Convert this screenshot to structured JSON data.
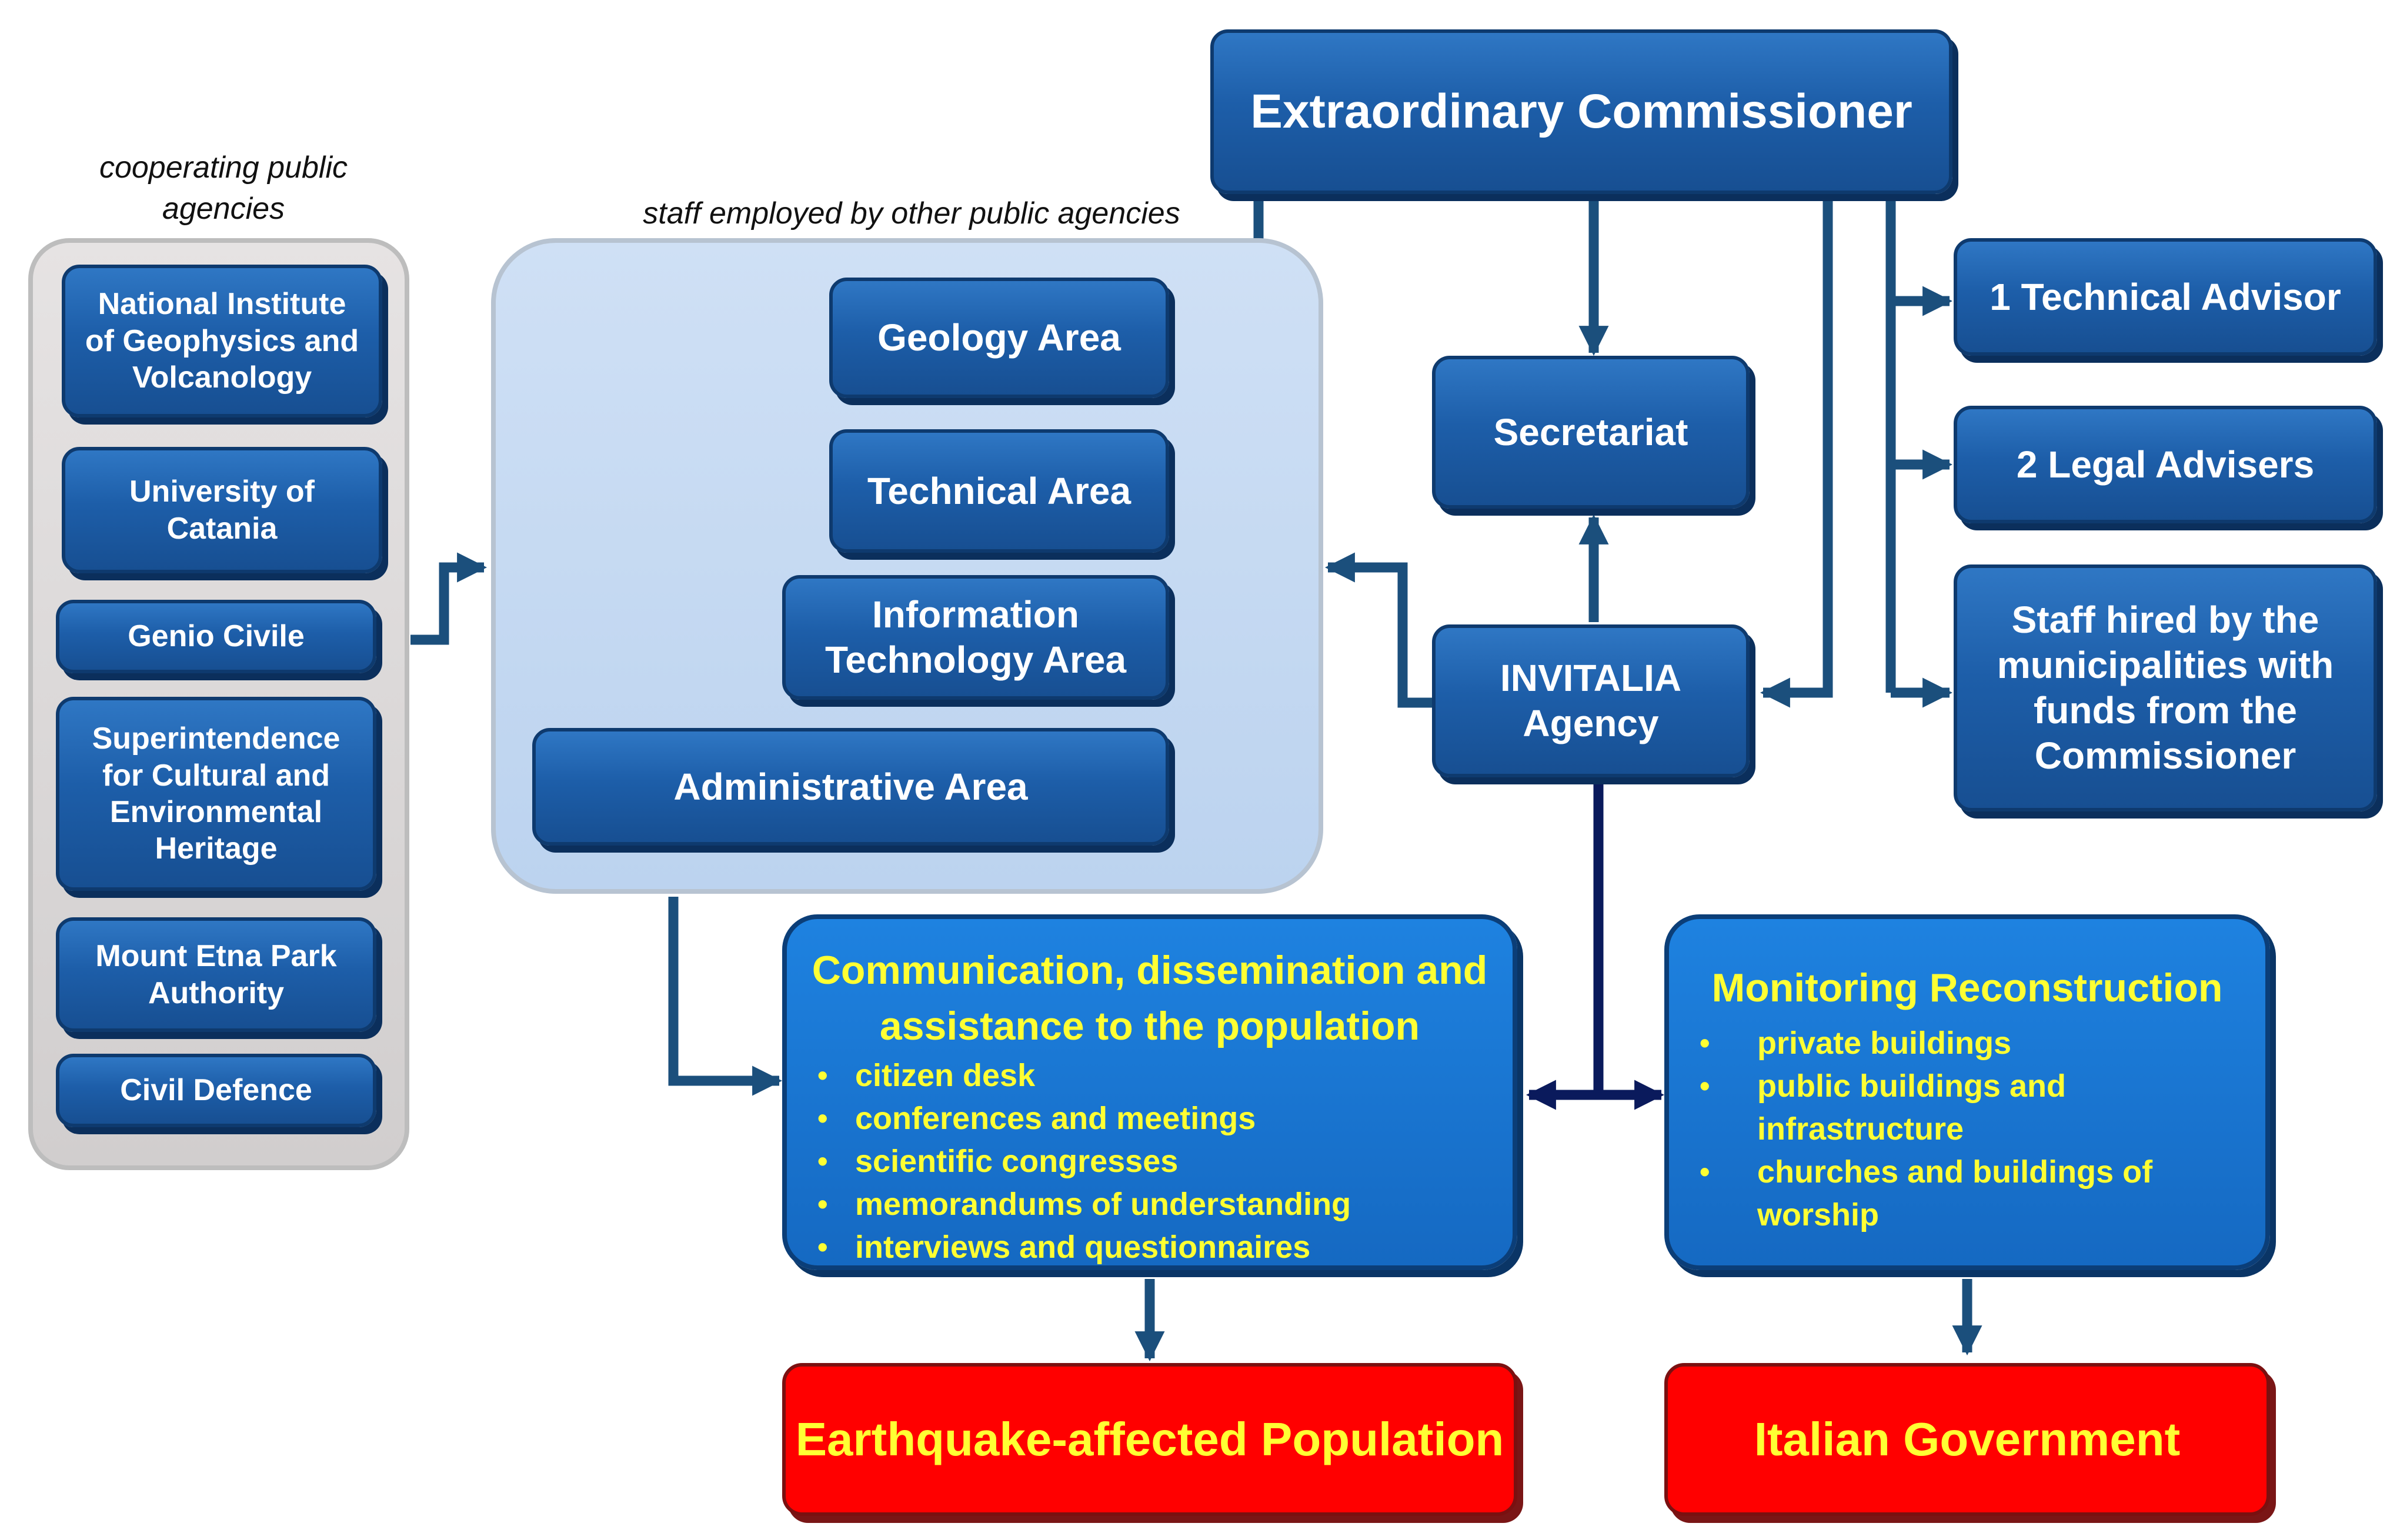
{
  "commissioner": "Extraordinary Commissioner",
  "captions": {
    "cooperating": "cooperating public agencies",
    "staff_other": "staff employed by other public agencies"
  },
  "agencies": [
    "National Institute of Geophysics and Volcanology",
    "University of Catania",
    "Genio Civile",
    "Superintendence for Cultural and Environmental Heritage",
    "Mount Etna Park Authority",
    "Civil Defence"
  ],
  "areas": {
    "geology": "Geology Area",
    "technical": "Technical Area",
    "it": "Information Technology Area",
    "admin": "Administrative Area"
  },
  "secretariat": "Secretariat",
  "invitalia": "INVITALIA Agency",
  "advisors": {
    "technical": "1 Technical Advisor",
    "legal": "2 Legal Advisers",
    "staff": "Staff hired by the municipalities with funds from the Commissioner"
  },
  "communication": {
    "title": "Communication, dissemination and assistance to the population",
    "items": [
      "citizen desk",
      "conferences and meetings",
      "scientific congresses",
      "memorandums of understanding",
      "interviews and questionnaires"
    ]
  },
  "monitoring": {
    "title": "Monitoring Reconstruction",
    "items": [
      "private buildings",
      "public buildings and infrastructure",
      "churches and buildings of worship"
    ]
  },
  "outputs": {
    "population": "Earthquake-affected Population",
    "government": "Italian Government"
  },
  "colors": {
    "box_blue": "#1d5ea9",
    "bright_blue": "#1e82e0",
    "connector": "#1b4f7c",
    "dark_connector": "#0a1a5c",
    "red": "#ff0000",
    "yellow_text": "#ffff33"
  }
}
